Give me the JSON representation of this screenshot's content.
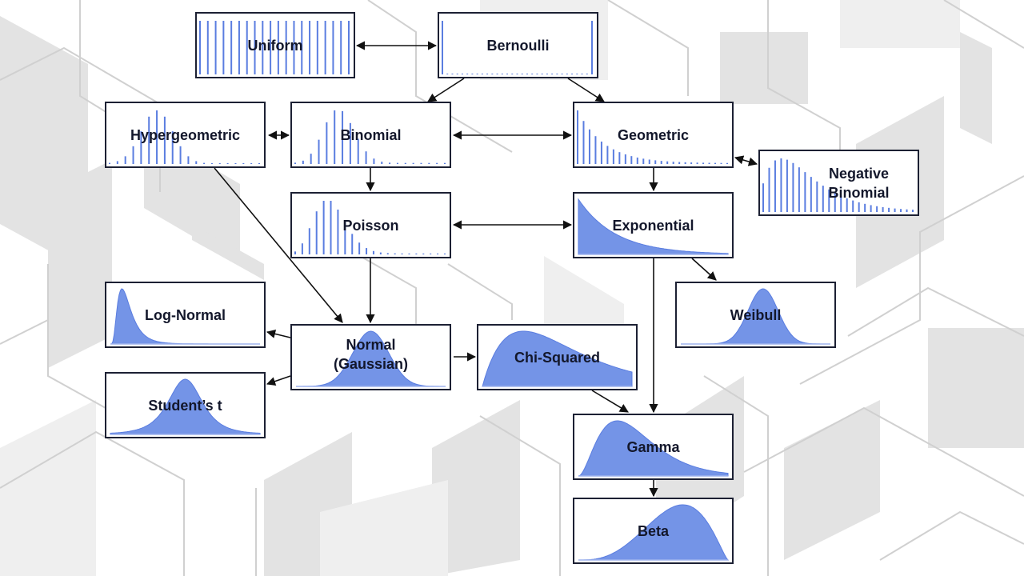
{
  "colors": {
    "node_border": "#1c2033",
    "label": "#13172b",
    "distribution_fill": "#6d8ee6",
    "distribution_stroke": "#5a7de0",
    "arrow": "#111111",
    "background_shapes": "#d9d9d9"
  },
  "nodes": [
    {
      "id": "uniform",
      "label": "Uniform",
      "viz": "discrete",
      "shape": "uniform"
    },
    {
      "id": "bernoulli",
      "label": "Bernoulli",
      "viz": "discrete",
      "shape": "bernoulli"
    },
    {
      "id": "hypergeometric",
      "label": "Hypergeometric",
      "viz": "discrete",
      "shape": "hypergeometric"
    },
    {
      "id": "binomial",
      "label": "Binomial",
      "viz": "discrete",
      "shape": "binomial"
    },
    {
      "id": "geometric",
      "label": "Geometric",
      "viz": "discrete",
      "shape": "geometric"
    },
    {
      "id": "negative-binomial",
      "label": "Negative",
      "label2": "Binomial",
      "viz": "discrete",
      "shape": "negbinomial"
    },
    {
      "id": "poisson",
      "label": "Poisson",
      "viz": "discrete",
      "shape": "poisson"
    },
    {
      "id": "exponential",
      "label": "Exponential",
      "viz": "continuous",
      "shape": "exponential"
    },
    {
      "id": "log-normal",
      "label": "Log-Normal",
      "viz": "continuous",
      "shape": "lognormal"
    },
    {
      "id": "normal",
      "label": "Normal",
      "label2": "(Gaussian)",
      "viz": "continuous",
      "shape": "normal"
    },
    {
      "id": "chi-squared",
      "label": "Chi-Squared",
      "viz": "continuous",
      "shape": "chisquared"
    },
    {
      "id": "weibull",
      "label": "Weibull",
      "viz": "continuous",
      "shape": "weibull"
    },
    {
      "id": "students-t",
      "label": "Student’s t",
      "viz": "continuous",
      "shape": "studentt"
    },
    {
      "id": "gamma",
      "label": "Gamma",
      "viz": "continuous",
      "shape": "gamma"
    },
    {
      "id": "beta",
      "label": "Beta",
      "viz": "continuous",
      "shape": "beta"
    }
  ],
  "edges": [
    {
      "from": "uniform",
      "to": "bernoulli",
      "direction": "both"
    },
    {
      "from": "bernoulli",
      "to": "binomial",
      "direction": "forward"
    },
    {
      "from": "bernoulli",
      "to": "geometric",
      "direction": "forward"
    },
    {
      "from": "hypergeometric",
      "to": "binomial",
      "direction": "both"
    },
    {
      "from": "binomial",
      "to": "geometric",
      "direction": "both"
    },
    {
      "from": "geometric",
      "to": "negative-binomial",
      "direction": "both"
    },
    {
      "from": "binomial",
      "to": "poisson",
      "direction": "forward"
    },
    {
      "from": "geometric",
      "to": "exponential",
      "direction": "forward"
    },
    {
      "from": "poisson",
      "to": "exponential",
      "direction": "both"
    },
    {
      "from": "hypergeometric",
      "to": "normal",
      "direction": "forward"
    },
    {
      "from": "poisson",
      "to": "normal",
      "direction": "forward"
    },
    {
      "from": "exponential",
      "to": "weibull",
      "direction": "forward"
    },
    {
      "from": "exponential",
      "to": "gamma",
      "direction": "forward"
    },
    {
      "from": "normal",
      "to": "log-normal",
      "direction": "forward"
    },
    {
      "from": "normal",
      "to": "students-t",
      "direction": "forward"
    },
    {
      "from": "normal",
      "to": "chi-squared",
      "direction": "forward"
    },
    {
      "from": "chi-squared",
      "to": "gamma",
      "direction": "forward"
    },
    {
      "from": "gamma",
      "to": "beta",
      "direction": "forward"
    }
  ]
}
